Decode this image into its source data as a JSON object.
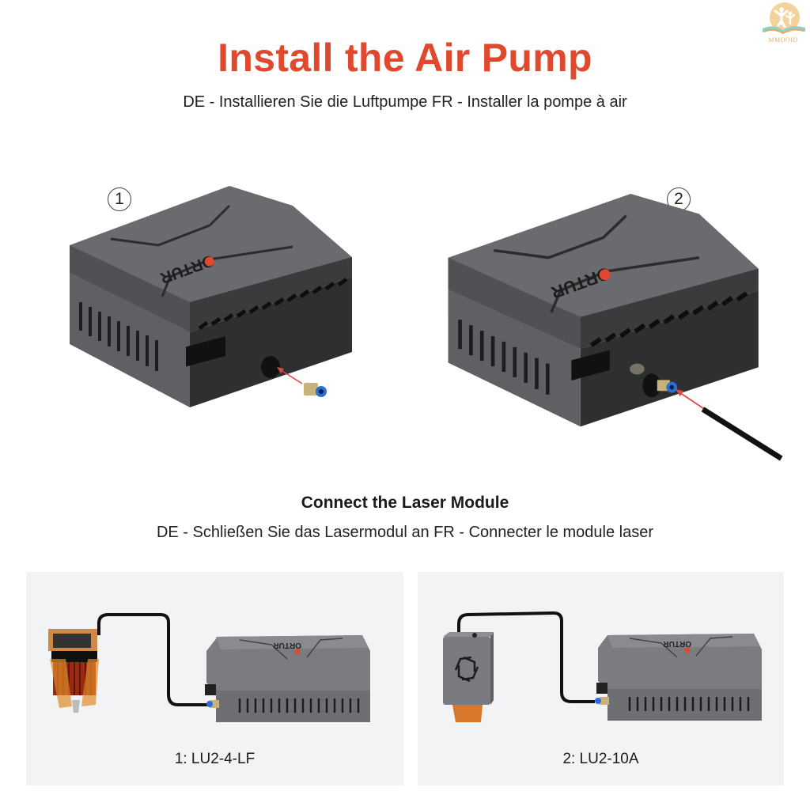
{
  "brand": {
    "logo_text": "MMOOID",
    "logo_icon": "reading-children-book-icon",
    "product_brand": "ORTUR"
  },
  "header": {
    "title": "Install the Air Pump",
    "subtitle": "DE - Installieren Sie die Luftpumpe FR - Installer la pompe à air"
  },
  "install_steps": [
    {
      "number": "1",
      "description_icon": "air-pump-with-fitting-icon"
    },
    {
      "number": "2",
      "description_icon": "air-pump-with-hose-icon"
    }
  ],
  "connect_section": {
    "title": "Connect the Laser Module",
    "subtitle": "DE - Schließen Sie das Lasermodul an FR - Connecter le module laser",
    "panels": [
      {
        "caption": "1: LU2-4-LF",
        "module_icon": "lu2-4-lf-laser-module-icon"
      },
      {
        "caption": "2: LU2-10A",
        "module_icon": "lu2-10a-laser-module-icon"
      }
    ]
  },
  "colors": {
    "title_accent": "#e0492d",
    "pump_body": "#5a5b5e",
    "pump_dark": "#2e2f31",
    "panel_bg": "#f2f3f5",
    "fitting_blue": "#2a6fd6",
    "fitting_brass": "#c9b27a",
    "arrow_red": "#e04545"
  }
}
